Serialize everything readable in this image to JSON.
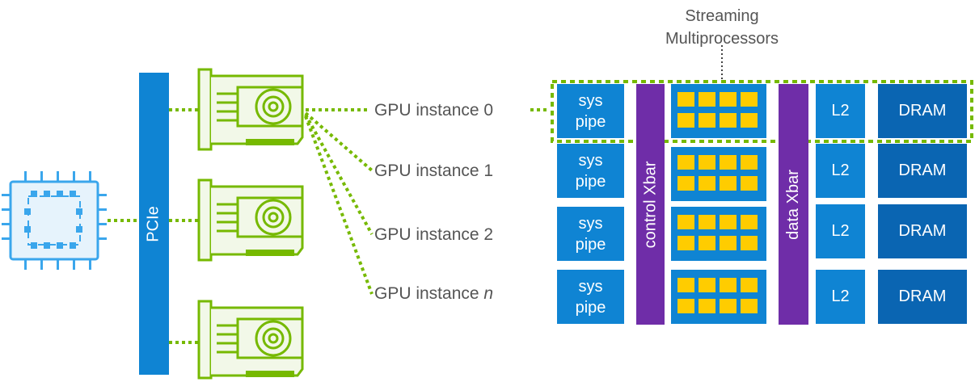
{
  "labels": {
    "streaming_multiprocessors": "Streaming Multiprocessors",
    "pcie": "PCIe",
    "control_xbar": "control Xbar",
    "data_xbar": "data Xbar"
  },
  "gpu_instances": [
    {
      "prefix": "GPU instance ",
      "id": "0",
      "italic": false
    },
    {
      "prefix": "GPU instance ",
      "id": "1",
      "italic": false
    },
    {
      "prefix": "GPU instance ",
      "id": "2",
      "italic": false
    },
    {
      "prefix": "GPU instance ",
      "id": "n",
      "italic": true
    }
  ],
  "rows": [
    {
      "sys": "sys\npipe",
      "l2": "L2",
      "dram": "DRAM"
    },
    {
      "sys": "sys\npipe",
      "l2": "L2",
      "dram": "DRAM"
    },
    {
      "sys": "sys\npipe",
      "l2": "L2",
      "dram": "DRAM"
    },
    {
      "sys": "sys\npipe",
      "l2": "L2",
      "dram": "DRAM"
    }
  ],
  "colors": {
    "blue": "#0f84d3",
    "dark_blue": "#0a65b2",
    "purple": "#6f2da8",
    "yellow": "#ffcc00",
    "green": "#76b900",
    "light_green": "#f2f8e8",
    "cpu_blue": "#3aa6ec",
    "gray_text": "#555555"
  },
  "icons": [
    "cpu-chip-icon",
    "gpu-card-icon"
  ]
}
